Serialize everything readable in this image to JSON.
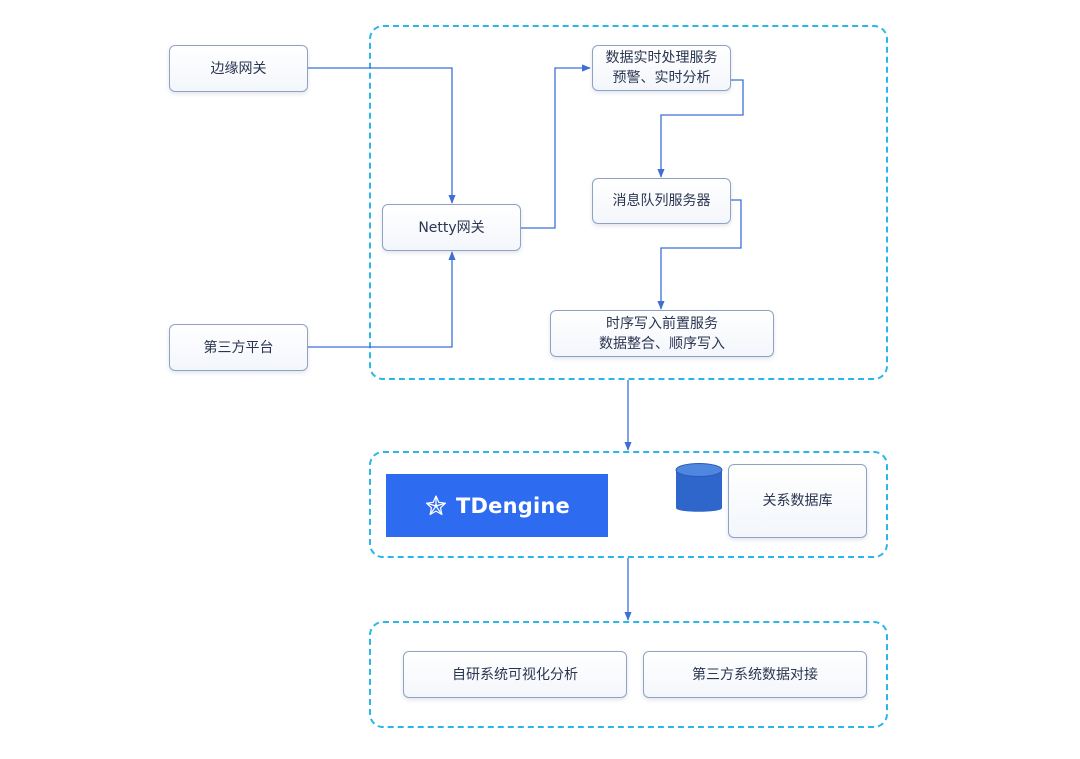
{
  "nodes": {
    "edge_gateway": "边缘网关",
    "third_party_platform": "第三方平台",
    "netty_gateway": "Netty网关",
    "realtime_service": {
      "line1": "数据实时处理服务",
      "line2": "预警、实时分析"
    },
    "message_queue": "消息队列服务器",
    "ts_write_service": {
      "line1": "时序写入前置服务",
      "line2": "数据整合、顺序写入"
    },
    "tdengine": "TDengine",
    "relational_db": "关系数据库",
    "self_visual": "自研系统可视化分析",
    "third_party_dock": "第三方系统数据对接"
  },
  "colors": {
    "group_border": "#29b6ea",
    "connector": "#3d6fd6",
    "node_border": "#8ea3c4",
    "node_text": "#2a3550",
    "tdengine_bg": "#2d6bf0",
    "database_icon": "#2f66cc"
  },
  "icons": [
    "tdengine-logo-icon",
    "database-icon",
    "arrow-icon"
  ]
}
